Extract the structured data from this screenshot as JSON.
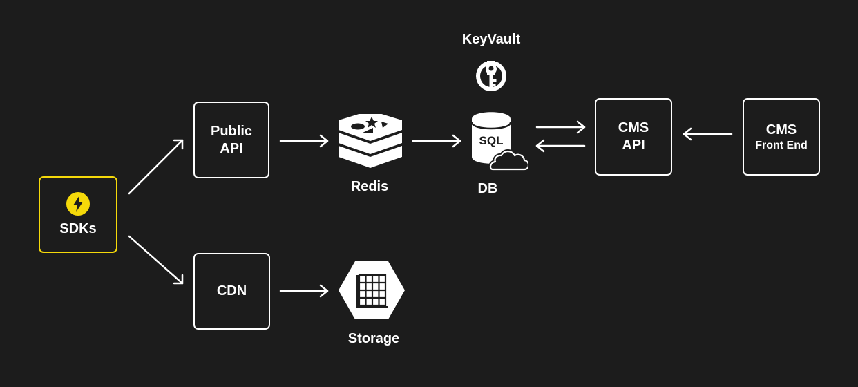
{
  "accent_color": "#f5d90a",
  "background_color": "#1c1c1c",
  "foreground_color": "#ffffff",
  "nodes": {
    "sdks": {
      "label": "SDKs",
      "icon": "lightning-bolt-icon"
    },
    "public_api": {
      "line1": "Public",
      "line2": "API"
    },
    "cdn": {
      "label": "CDN"
    },
    "redis": {
      "label": "Redis",
      "icon": "redis-icon"
    },
    "storage": {
      "label": "Storage",
      "icon": "storage-icon"
    },
    "keyvault": {
      "label": "KeyVault",
      "icon": "key-icon"
    },
    "db": {
      "label": "DB",
      "icon": "sql-database-icon",
      "icon_text": "SQL"
    },
    "cms_api": {
      "line1": "CMS",
      "line2": "API"
    },
    "cms_front_end": {
      "line1": "CMS",
      "line2": "Front End"
    }
  },
  "connections": [
    {
      "from": "SDKs",
      "to": "Public API"
    },
    {
      "from": "SDKs",
      "to": "CDN"
    },
    {
      "from": "Public API",
      "to": "Redis"
    },
    {
      "from": "CDN",
      "to": "Storage"
    },
    {
      "from": "Redis",
      "to": "DB"
    },
    {
      "from": "DB",
      "to": "CMS API"
    },
    {
      "from": "CMS API",
      "to": "DB"
    },
    {
      "from": "CMS Front End",
      "to": "CMS API"
    }
  ]
}
